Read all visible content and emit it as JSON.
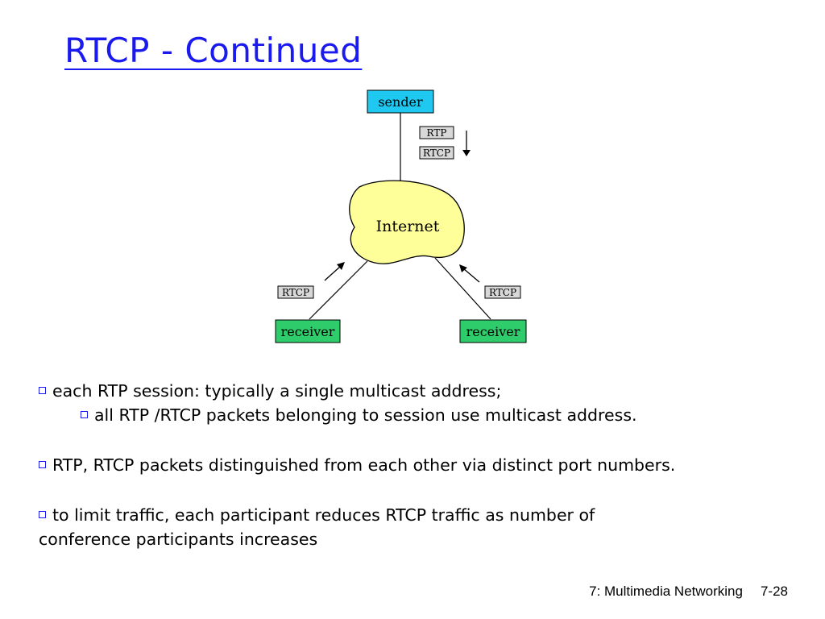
{
  "slide": {
    "title": "RTCP - Continued"
  },
  "diagram": {
    "sender_label": "sender",
    "internet_label": "Internet",
    "receiver_left_label": "receiver",
    "receiver_right_label": "receiver",
    "packet_rtp": "RTP",
    "packet_rtcp_top": "RTCP",
    "packet_rtcp_left": "RTCP",
    "packet_rtcp_right": "RTCP",
    "colors": {
      "sender_fill": "#1ec8f0",
      "internet_fill": "#ffff99",
      "receiver_fill": "#2ecc6a",
      "packet_fill": "#d8d8d8"
    }
  },
  "bullets": {
    "b1": "each RTP session: typically a single multicast address;",
    "b1_sub": "all RTP /RTCP packets belonging to session use multicast address.",
    "b2": "RTP, RTCP packets distinguished from each other via distinct port numbers.",
    "b3_line1": "to limit traffic, each participant reduces RTCP traffic as number of",
    "b3_line2": "conference participants increases"
  },
  "footer": {
    "chapter": "7: Multimedia Networking",
    "page": "7-28"
  }
}
